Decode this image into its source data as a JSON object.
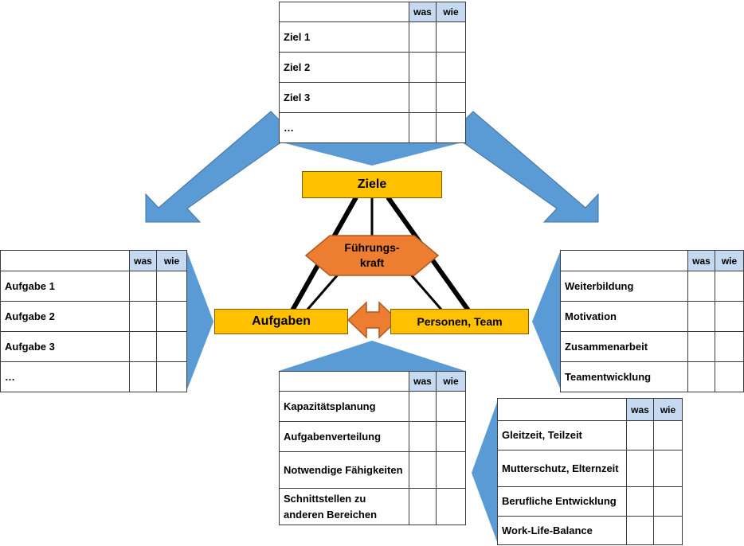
{
  "col_headers": {
    "was": "was",
    "wie": "wie"
  },
  "center": {
    "ziele": "Ziele",
    "fuehrung_line1": "Führungs-",
    "fuehrung_line2": "kraft",
    "aufgaben": "Aufgaben",
    "personen": "Personen, Team"
  },
  "tables": {
    "ziele": {
      "rows": [
        "Ziel 1",
        "Ziel 2",
        "Ziel 3",
        "…"
      ]
    },
    "aufgaben": {
      "rows": [
        "Aufgabe 1",
        "Aufgabe 2",
        "Aufgabe 3",
        "…"
      ]
    },
    "personen": {
      "rows": [
        "Weiterbildung",
        "Motivation",
        "Zusammenarbeit",
        "Teamentwicklung"
      ]
    },
    "aufgaben_details": {
      "rows": [
        "Kapazitätsplanung",
        "Aufgabenverteilung",
        "Notwendige Fähigkeiten",
        "Schnittstellen zu anderen Bereichen"
      ]
    },
    "personen_details": {
      "rows": [
        "Gleitzeit, Teilzeit",
        "Mutterschutz, Elternzeit",
        "Berufliche Entwicklung",
        "Work-Life-Balance"
      ]
    }
  },
  "colors": {
    "arrow_blue": "#5b9bd5",
    "box_yellow": "#ffc000",
    "hex_orange": "#ed7d31",
    "header_blue": "#c5d9f1"
  }
}
